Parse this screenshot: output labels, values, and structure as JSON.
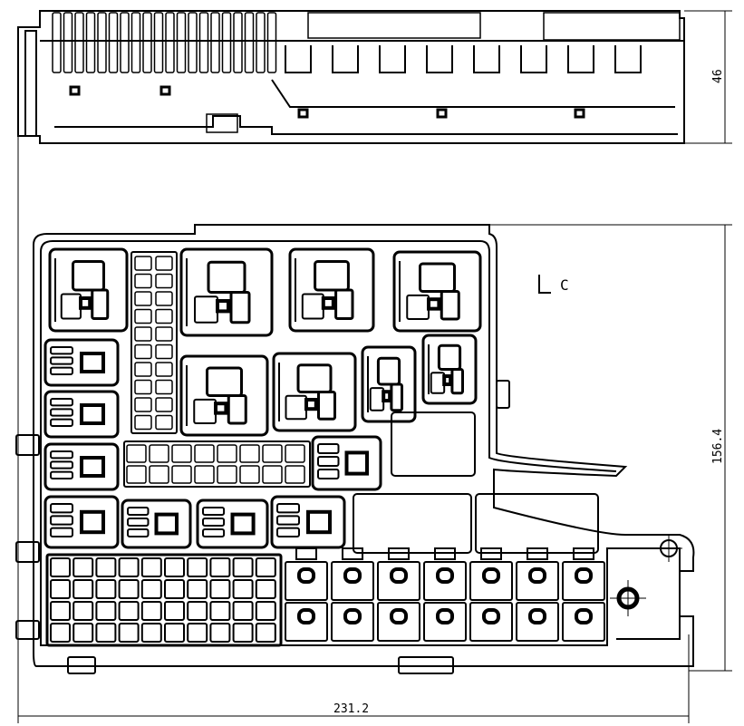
{
  "drawing": {
    "title": "Fuse box outline drawing",
    "side_view": {
      "height_dimension": "46"
    },
    "top_view": {
      "depth_dimension": "156.4",
      "width_dimension": "231.2",
      "view_marker": "C"
    },
    "colors": {
      "line": "#000000",
      "background": "#ffffff"
    }
  }
}
